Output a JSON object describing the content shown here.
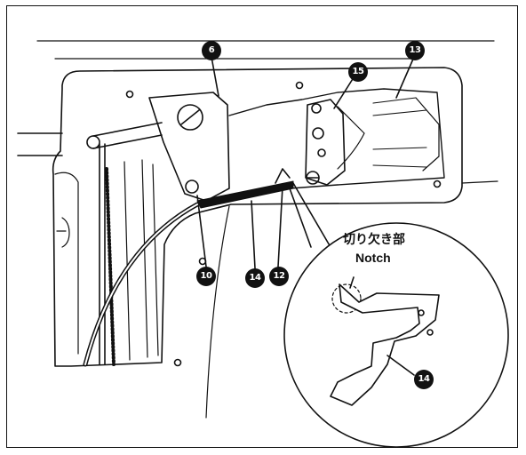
{
  "diagram": {
    "callouts": [
      {
        "id": "part-6",
        "label": "6"
      },
      {
        "id": "part-13",
        "label": "13"
      },
      {
        "id": "part-15",
        "label": "15"
      },
      {
        "id": "part-10",
        "label": "10"
      },
      {
        "id": "part-14-main",
        "label": "14"
      },
      {
        "id": "part-12",
        "label": "12"
      },
      {
        "id": "part-14-detail",
        "label": "14"
      }
    ],
    "notch_label_jp": "切り欠き部",
    "notch_label_en": "Notch"
  }
}
